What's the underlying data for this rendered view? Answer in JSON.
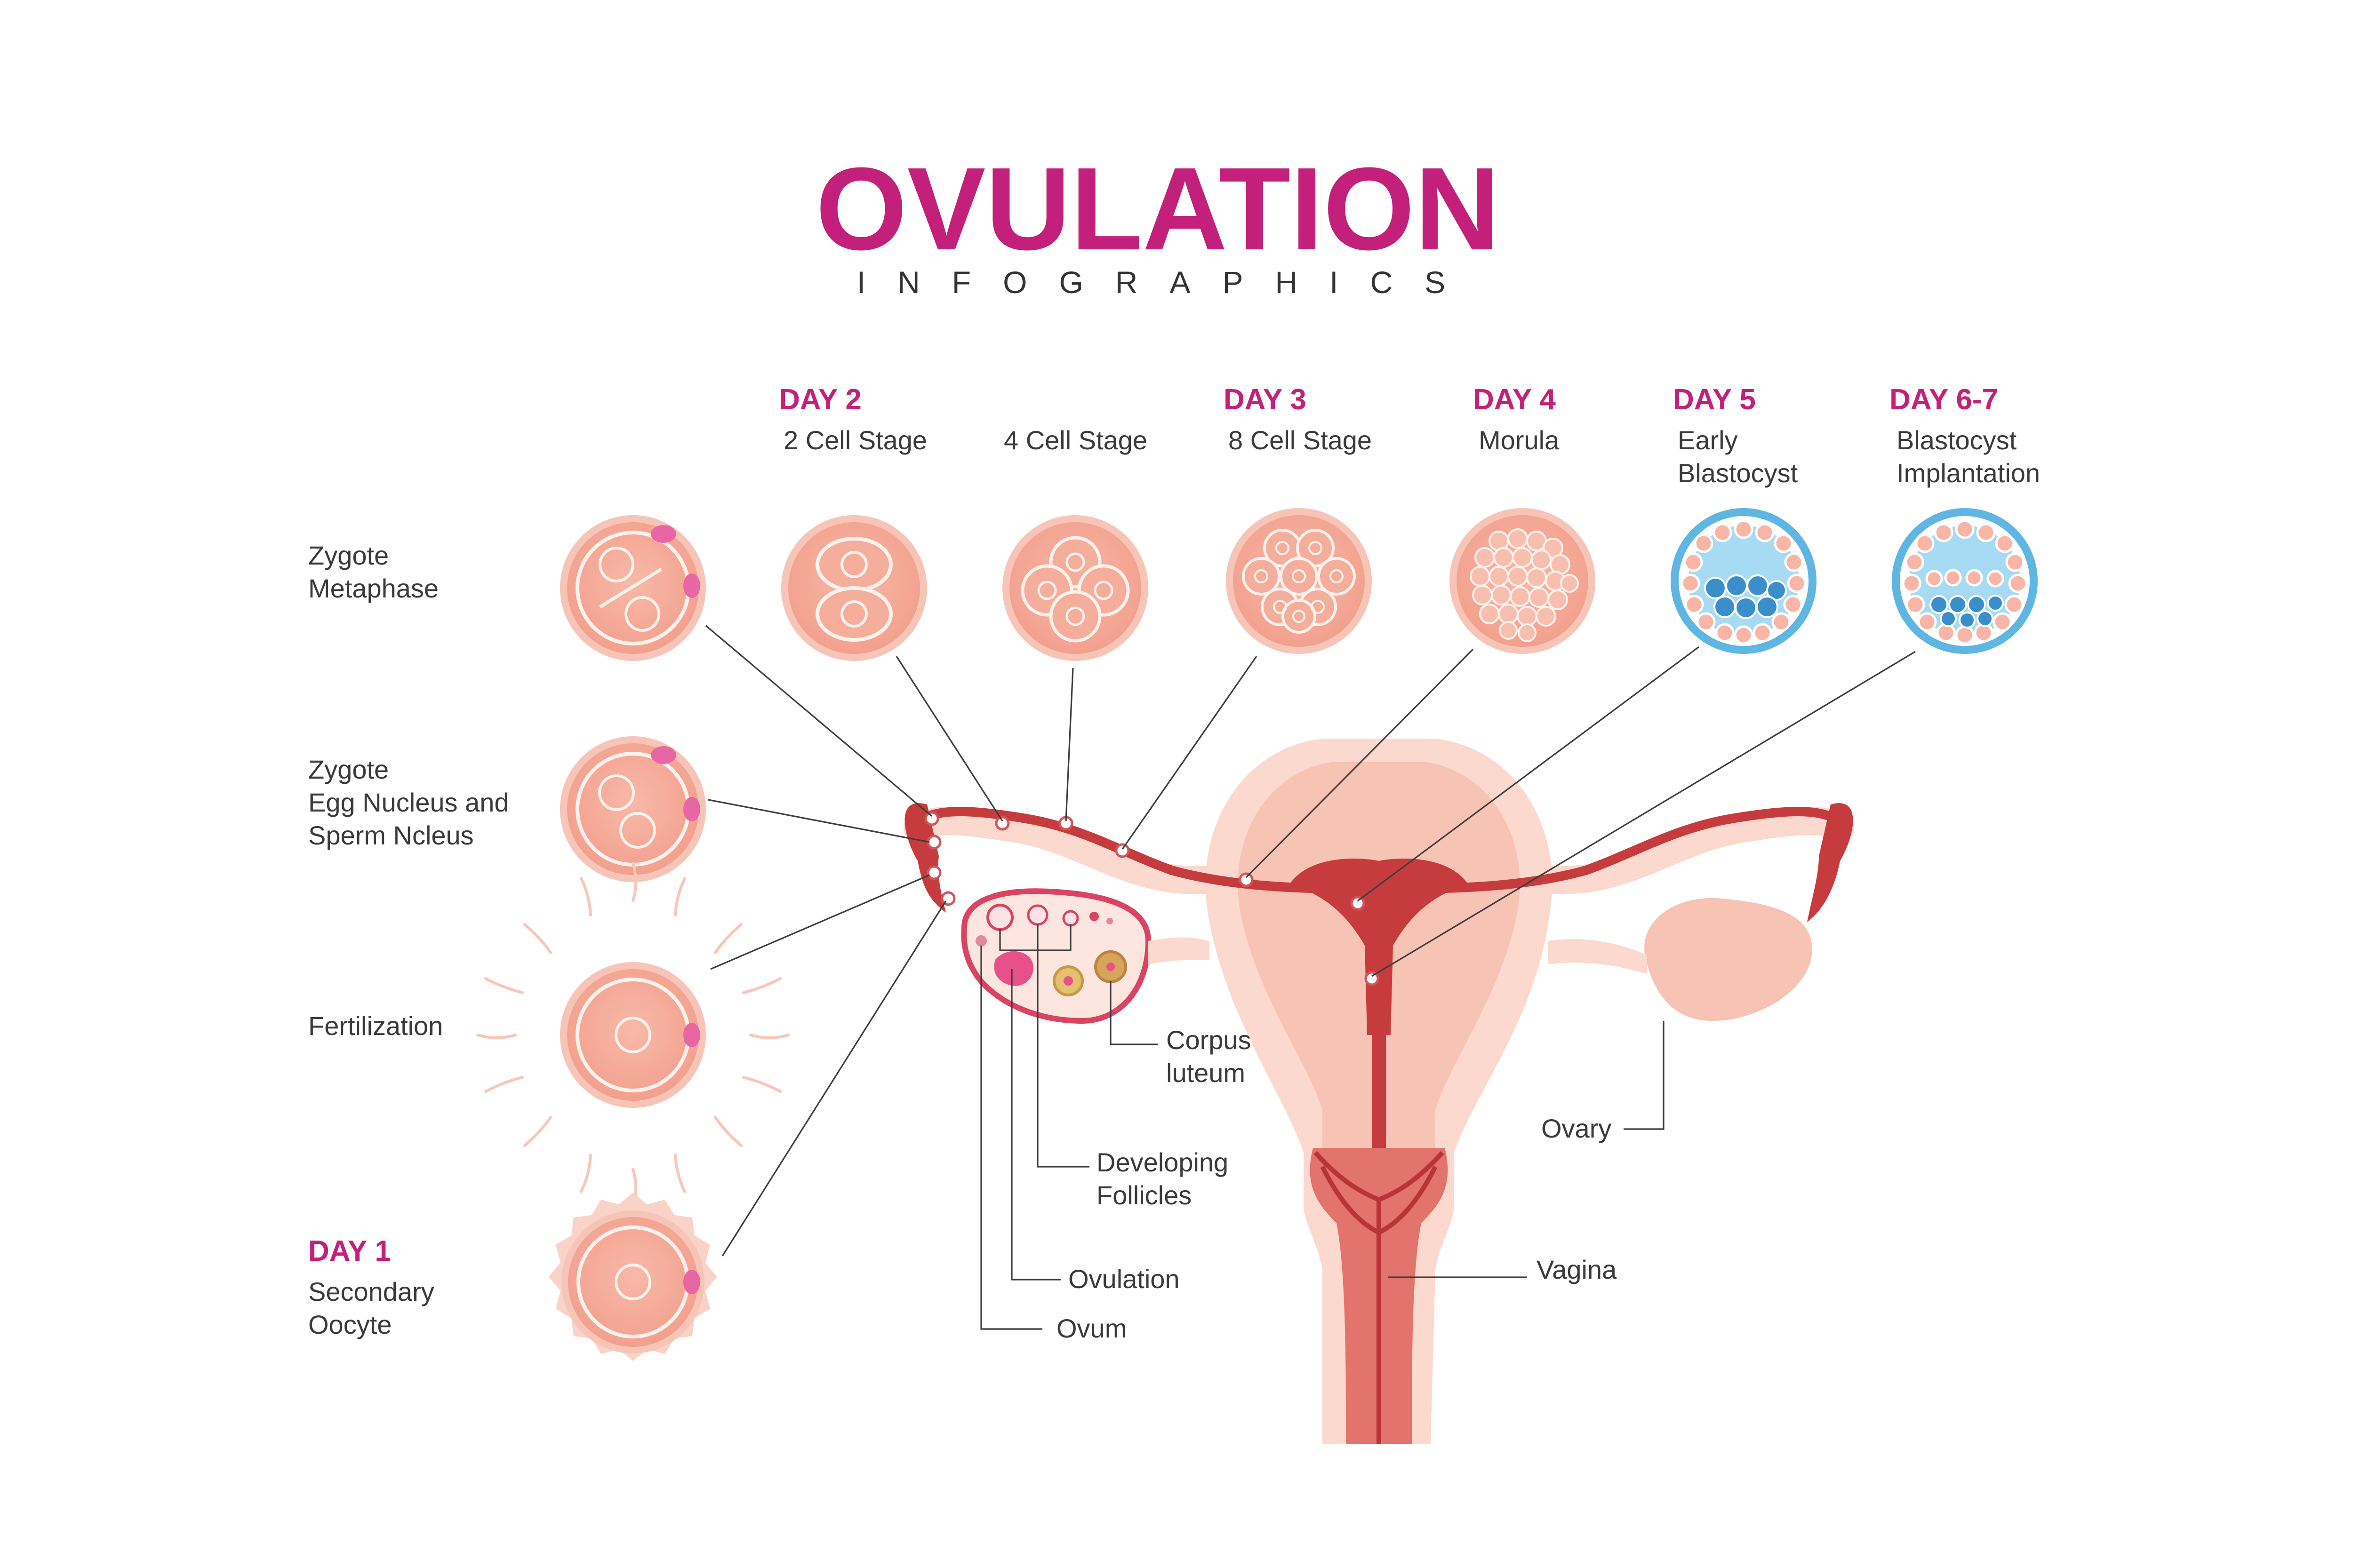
{
  "title": "OVULATION",
  "subtitle": "INFOGRAPHICS",
  "colors": {
    "accent": "#c2207b",
    "text": "#3a3a3a",
    "cell_fill": "#f7b4a3",
    "cell_ring": "#ee9c8b",
    "uterus_red": "#c63c3e",
    "uterus_pink": "#f9d0c4",
    "blastocyst_blue": "#5fb6e3"
  },
  "top_stages": [
    {
      "day": "DAY 2",
      "label": "2 Cell Stage"
    },
    {
      "day": "",
      "label": "4 Cell Stage"
    },
    {
      "day": "DAY 3",
      "label": "8 Cell Stage"
    },
    {
      "day": "DAY 4",
      "label": "Morula"
    },
    {
      "day": "DAY 5",
      "label_lines": [
        "Early",
        "Blastocyst"
      ]
    },
    {
      "day": "DAY 6-7",
      "label_lines": [
        "Blastocyst",
        "Implantation"
      ]
    }
  ],
  "left_stages": [
    {
      "label_lines": [
        "Zygote",
        "Metaphase"
      ]
    },
    {
      "label_lines": [
        "Zygote",
        "Egg Nucleus and",
        "Sperm Ncleus"
      ]
    },
    {
      "label_lines": [
        "Fertilization"
      ]
    },
    {
      "day": "DAY 1",
      "label_lines": [
        "Secondary",
        "Oocyte"
      ]
    }
  ],
  "anatomy_labels": {
    "corpus_luteum": [
      "Corpus",
      "luteum"
    ],
    "developing_follicles": [
      "Developing",
      "Follicles"
    ],
    "ovulation": "Ovulation",
    "ovum": "Ovum",
    "ovary": "Ovary",
    "vagina": "Vagina"
  }
}
